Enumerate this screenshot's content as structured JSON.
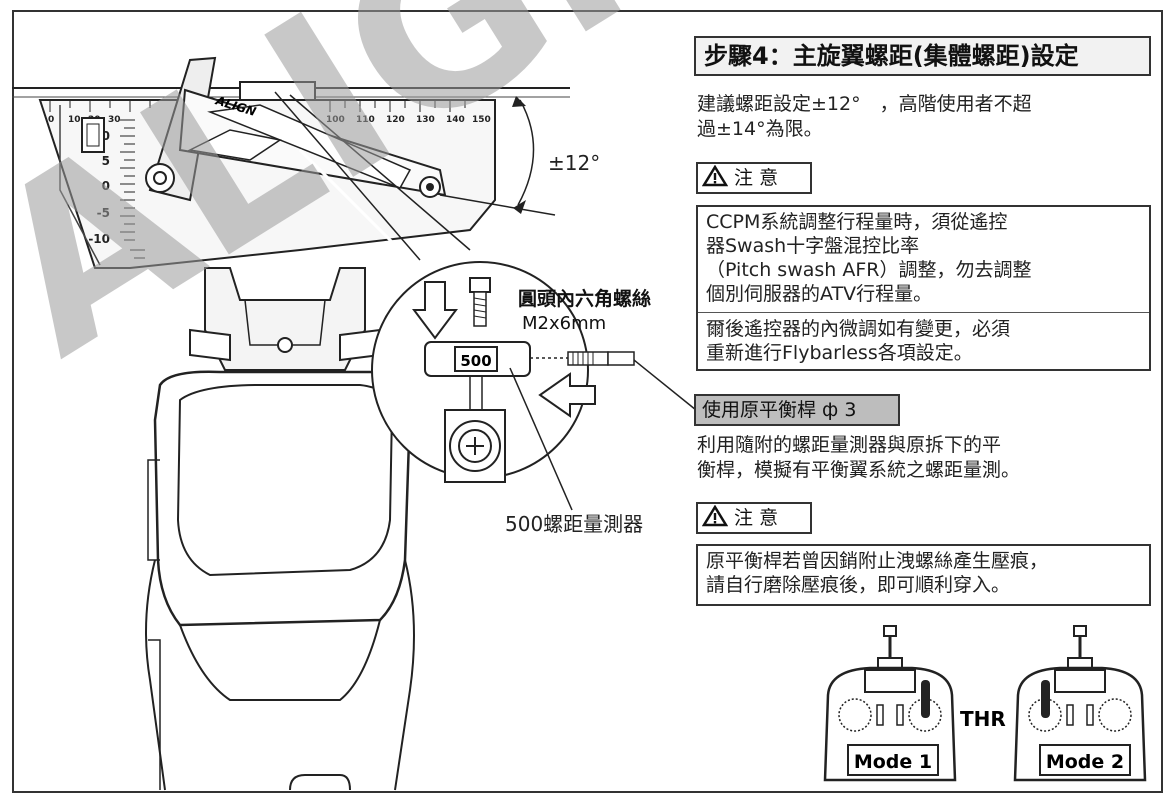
{
  "step_title": "步驟4：主旋翼螺距(集體螺距)設定",
  "pitch_recommendation": [
    "建議螺距設定±12°　，高階使用者不超",
    "過±14°為限。"
  ],
  "caution_label_1": "注 意",
  "ccpm_caution": [
    "CCPM系統調整行程量時，須從遙控",
    "器Swash十字盤混控比率",
    "（Pitch swash AFR）調整，勿去調整",
    "個別伺服器的ATV行程量。"
  ],
  "flybarless_caution": [
    "爾後遙控器的內微調如有變更，必須",
    "重新進行Flybarless各項設定。"
  ],
  "flybar_label": "使用原平衡桿 ф 3",
  "gauge_usage": [
    "利用隨附的螺距量測器與原拆下的平",
    "衡桿，模擬有平衡翼系統之螺距量測。"
  ],
  "caution_label_2": "注 意",
  "flybar_caution": [
    "原平衡桿若曾因銷附止洩螺絲產生壓痕，",
    "請自行磨除壓痕後，即可順利穿入。"
  ],
  "angle_label": "±12°",
  "screw_label": "圓頭內六角螺絲",
  "screw_size": "M2x6mm",
  "gauge_number": "500",
  "gauge_caption": "500螺距量測器",
  "gauge_brand": "ALIGN",
  "scale_top": [
    "0",
    "10",
    "20",
    "30",
    "100",
    "110",
    "120",
    "130",
    "140",
    "150"
  ],
  "scale_side": [
    "10",
    "5",
    "0",
    "-5",
    "-10"
  ],
  "thr_label": "THR",
  "mode1_label": "Mode 1",
  "mode2_label": "Mode 2",
  "watermark": "ALIGN"
}
